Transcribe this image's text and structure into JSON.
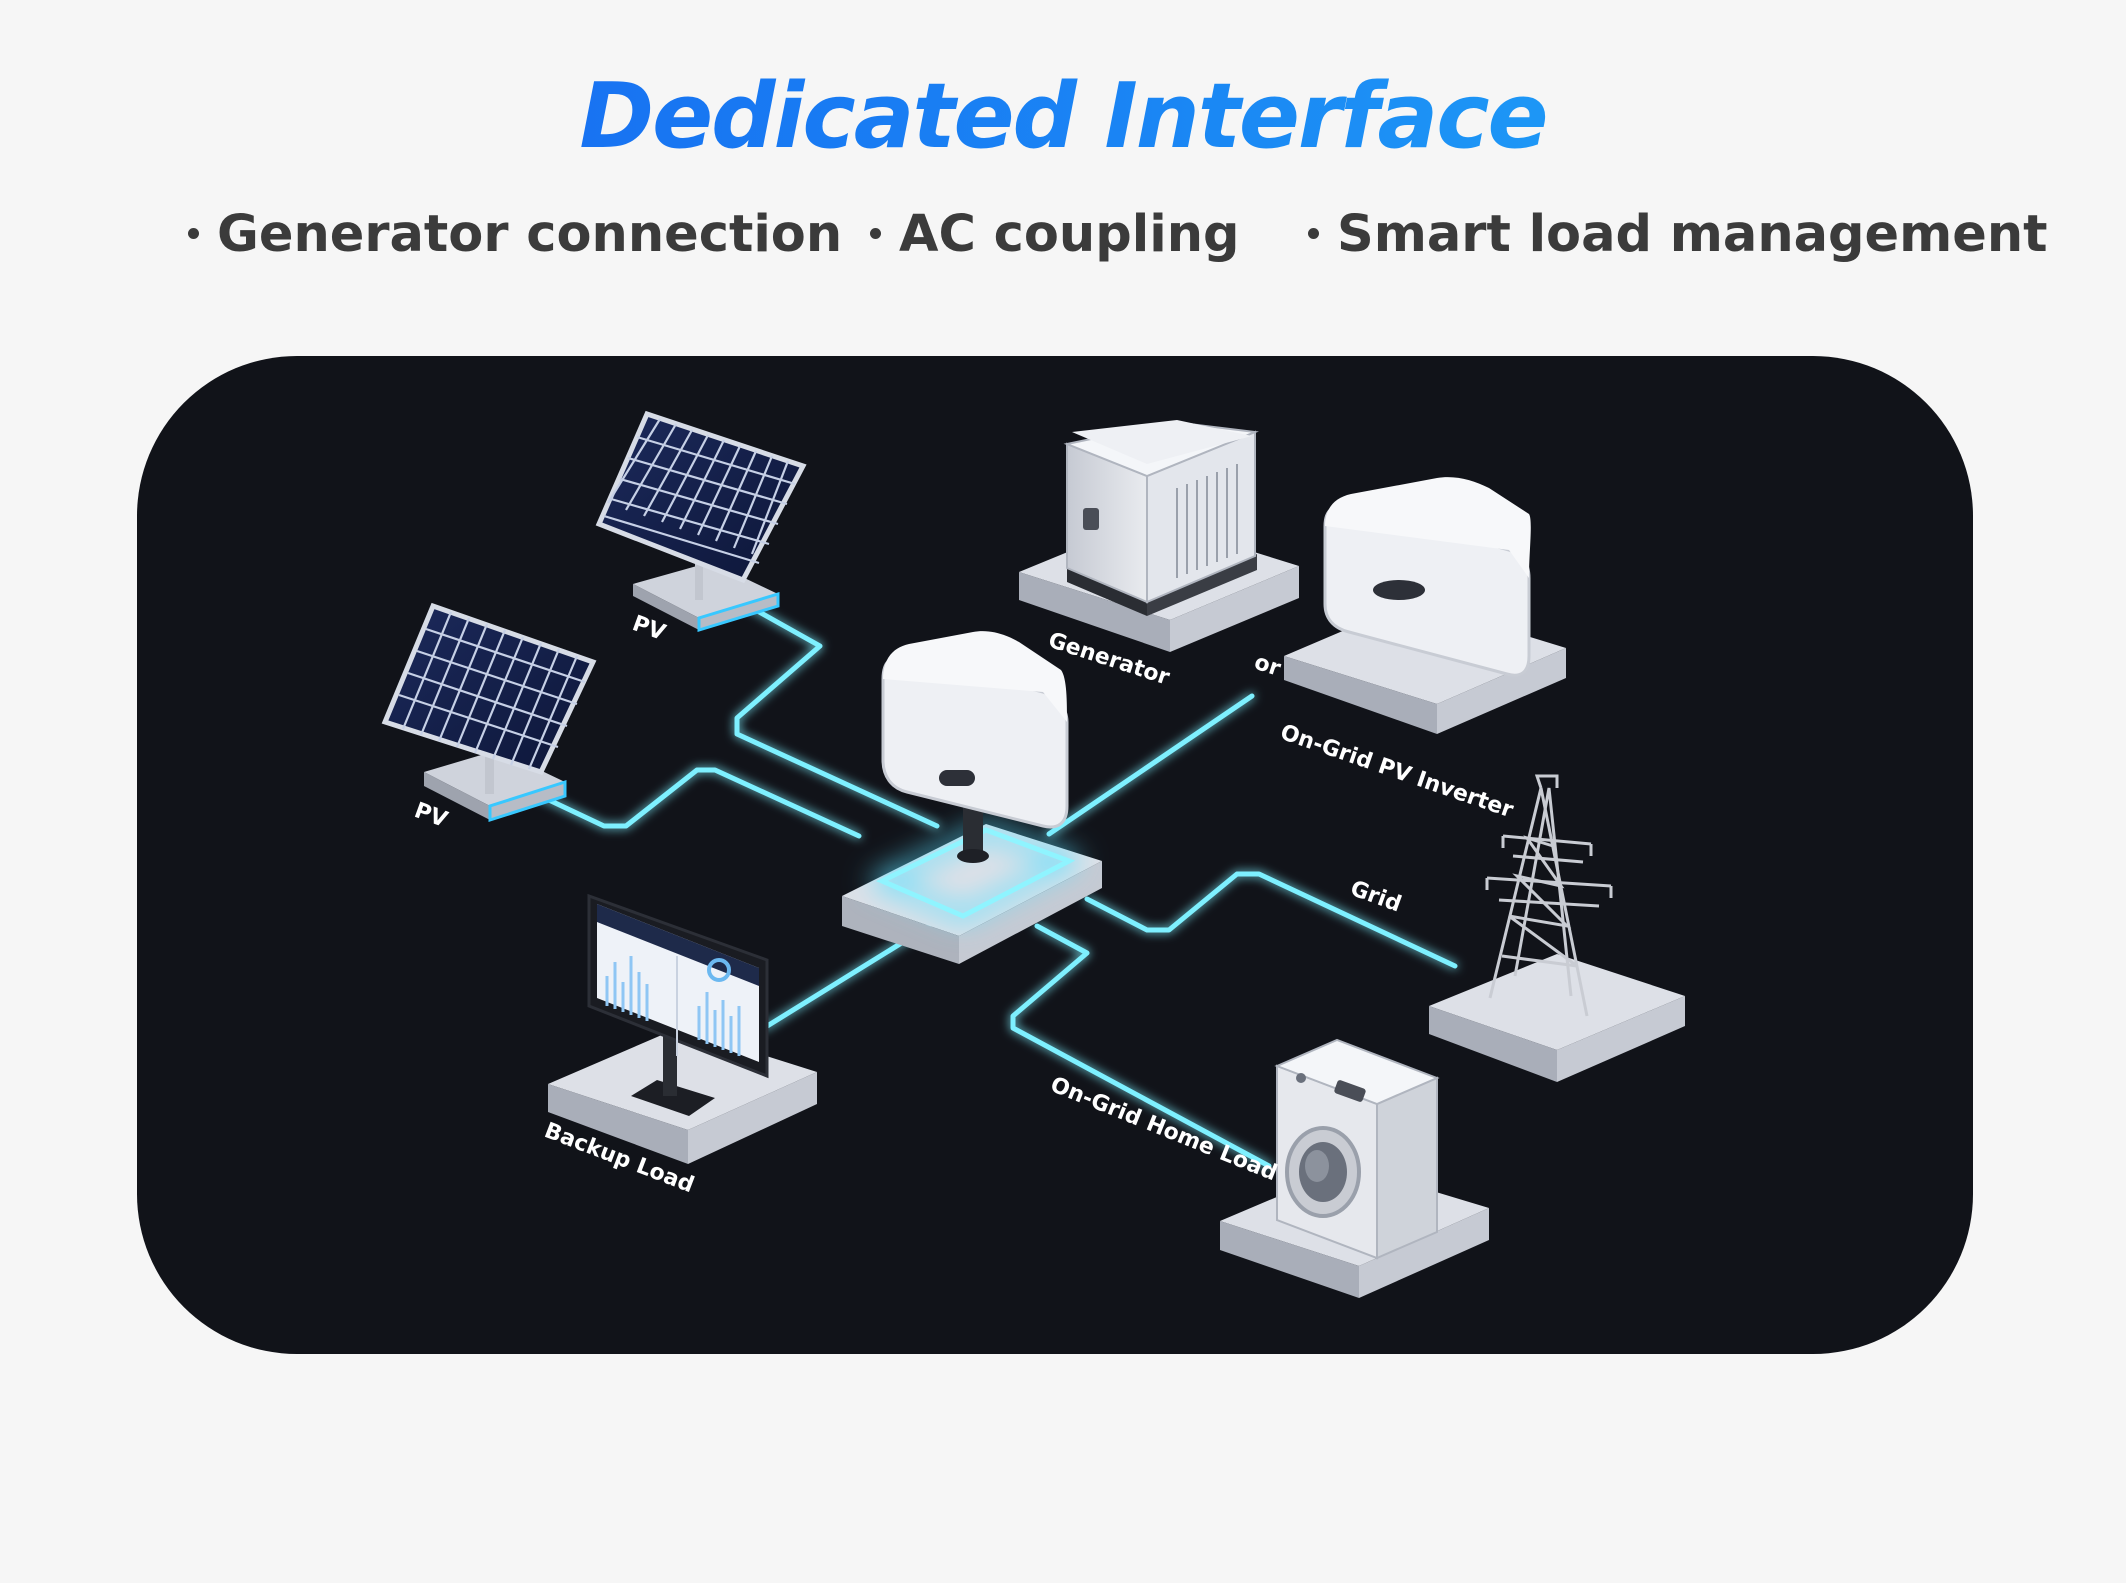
{
  "header": {
    "title": "Dedicated Interface",
    "features": [
      "Generator connection",
      "AC coupling",
      "Smart load management"
    ]
  },
  "diagram": {
    "labels": {
      "pv_top": "PV",
      "pv_left": "PV",
      "generator": "Generator",
      "or": "or",
      "ongrid_inverter": "On-Grid PV Inverter",
      "grid": "Grid",
      "backup_load": "Backup Load",
      "home_load": "On-Grid Home Load"
    },
    "colors": {
      "title_gradient_start": "#1560f0",
      "title_gradient_end": "#22b0f8",
      "panel_background": "#111319",
      "connection_line": "#7ef0ff",
      "glow": "#38c8ff"
    },
    "icons": [
      "solar-panel-icon",
      "generator-icon",
      "inverter-icon",
      "power-tower-icon",
      "washing-machine-icon",
      "monitor-icon"
    ]
  }
}
